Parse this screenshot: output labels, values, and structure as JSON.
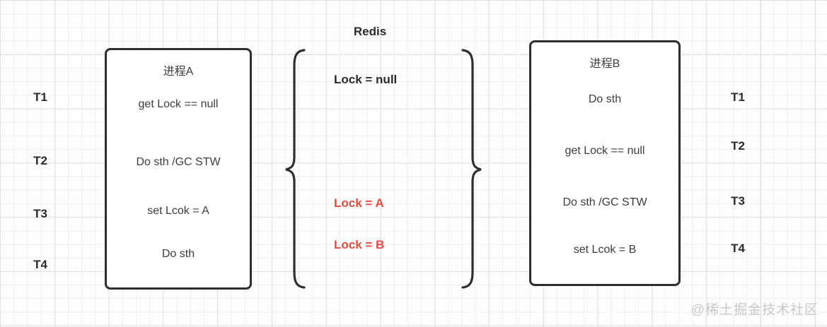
{
  "redis": {
    "title": "Redis",
    "states": [
      {
        "label": "Lock = null",
        "highlight": false
      },
      {
        "label": "Lock = A",
        "highlight": true
      },
      {
        "label": "Lock = B",
        "highlight": true
      }
    ]
  },
  "timeline_left": [
    "T1",
    "T2",
    "T3",
    "T4"
  ],
  "timeline_right": [
    "T1",
    "T2",
    "T3",
    "T4"
  ],
  "process_a": {
    "title": "进程A",
    "steps": [
      "get Lock == null",
      "Do sth /GC STW",
      "set Lcok = A",
      "Do sth"
    ]
  },
  "process_b": {
    "title": "进程B",
    "steps": [
      "Do sth",
      "get Lock == null",
      "Do sth /GC STW",
      "set Lcok = B"
    ]
  },
  "watermark": "@稀土掘金技术社区",
  "colors": {
    "stroke": "#2e2e2e",
    "text": "#3d3d3d",
    "highlight_red": "#e84a3d",
    "watermark_gray": "#c9c9c9"
  }
}
